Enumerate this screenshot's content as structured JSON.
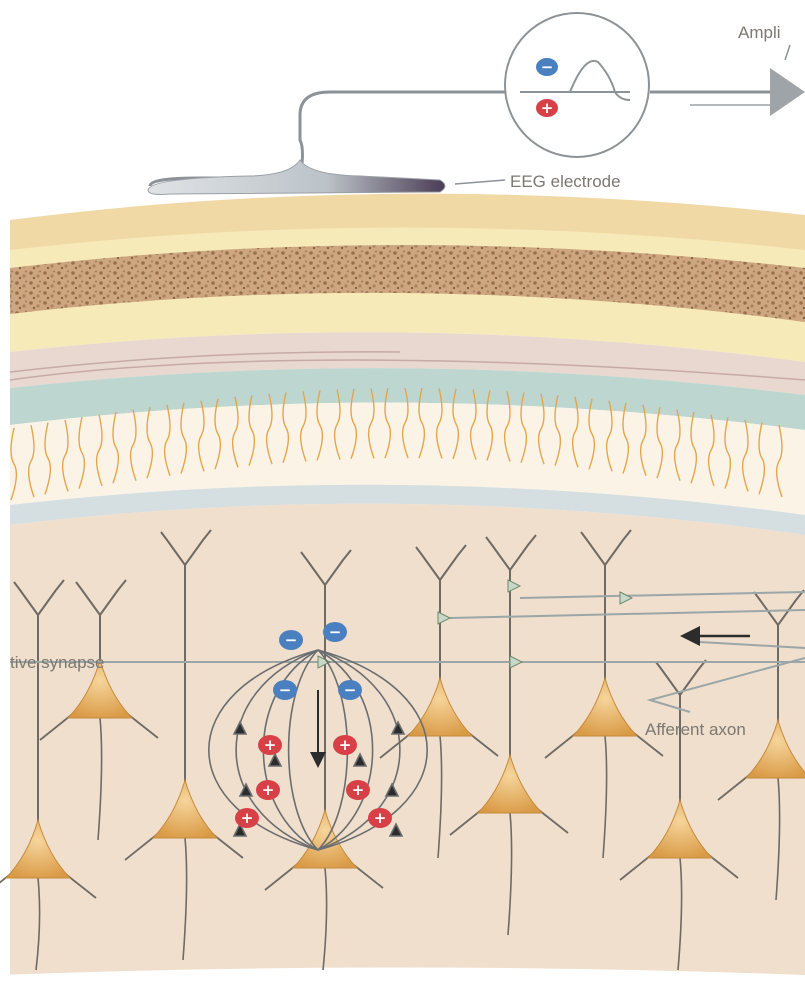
{
  "labels": {
    "amplifier": "Ampli",
    "electrode": "EEG electrode",
    "synapse": "tive synapse",
    "afferent": "Afferent axon"
  },
  "charges": {
    "negative": "−",
    "positive": "+"
  },
  "colors": {
    "scalp": "#f1d9a6",
    "bone": "#f6eab9",
    "dura": "#e9d8d0",
    "csf": "#bdd6d0",
    "cortex": "#f0dfcc",
    "neuron": "#e9b465",
    "negative_ion": "#4a80c0",
    "positive_ion": "#d84048"
  }
}
